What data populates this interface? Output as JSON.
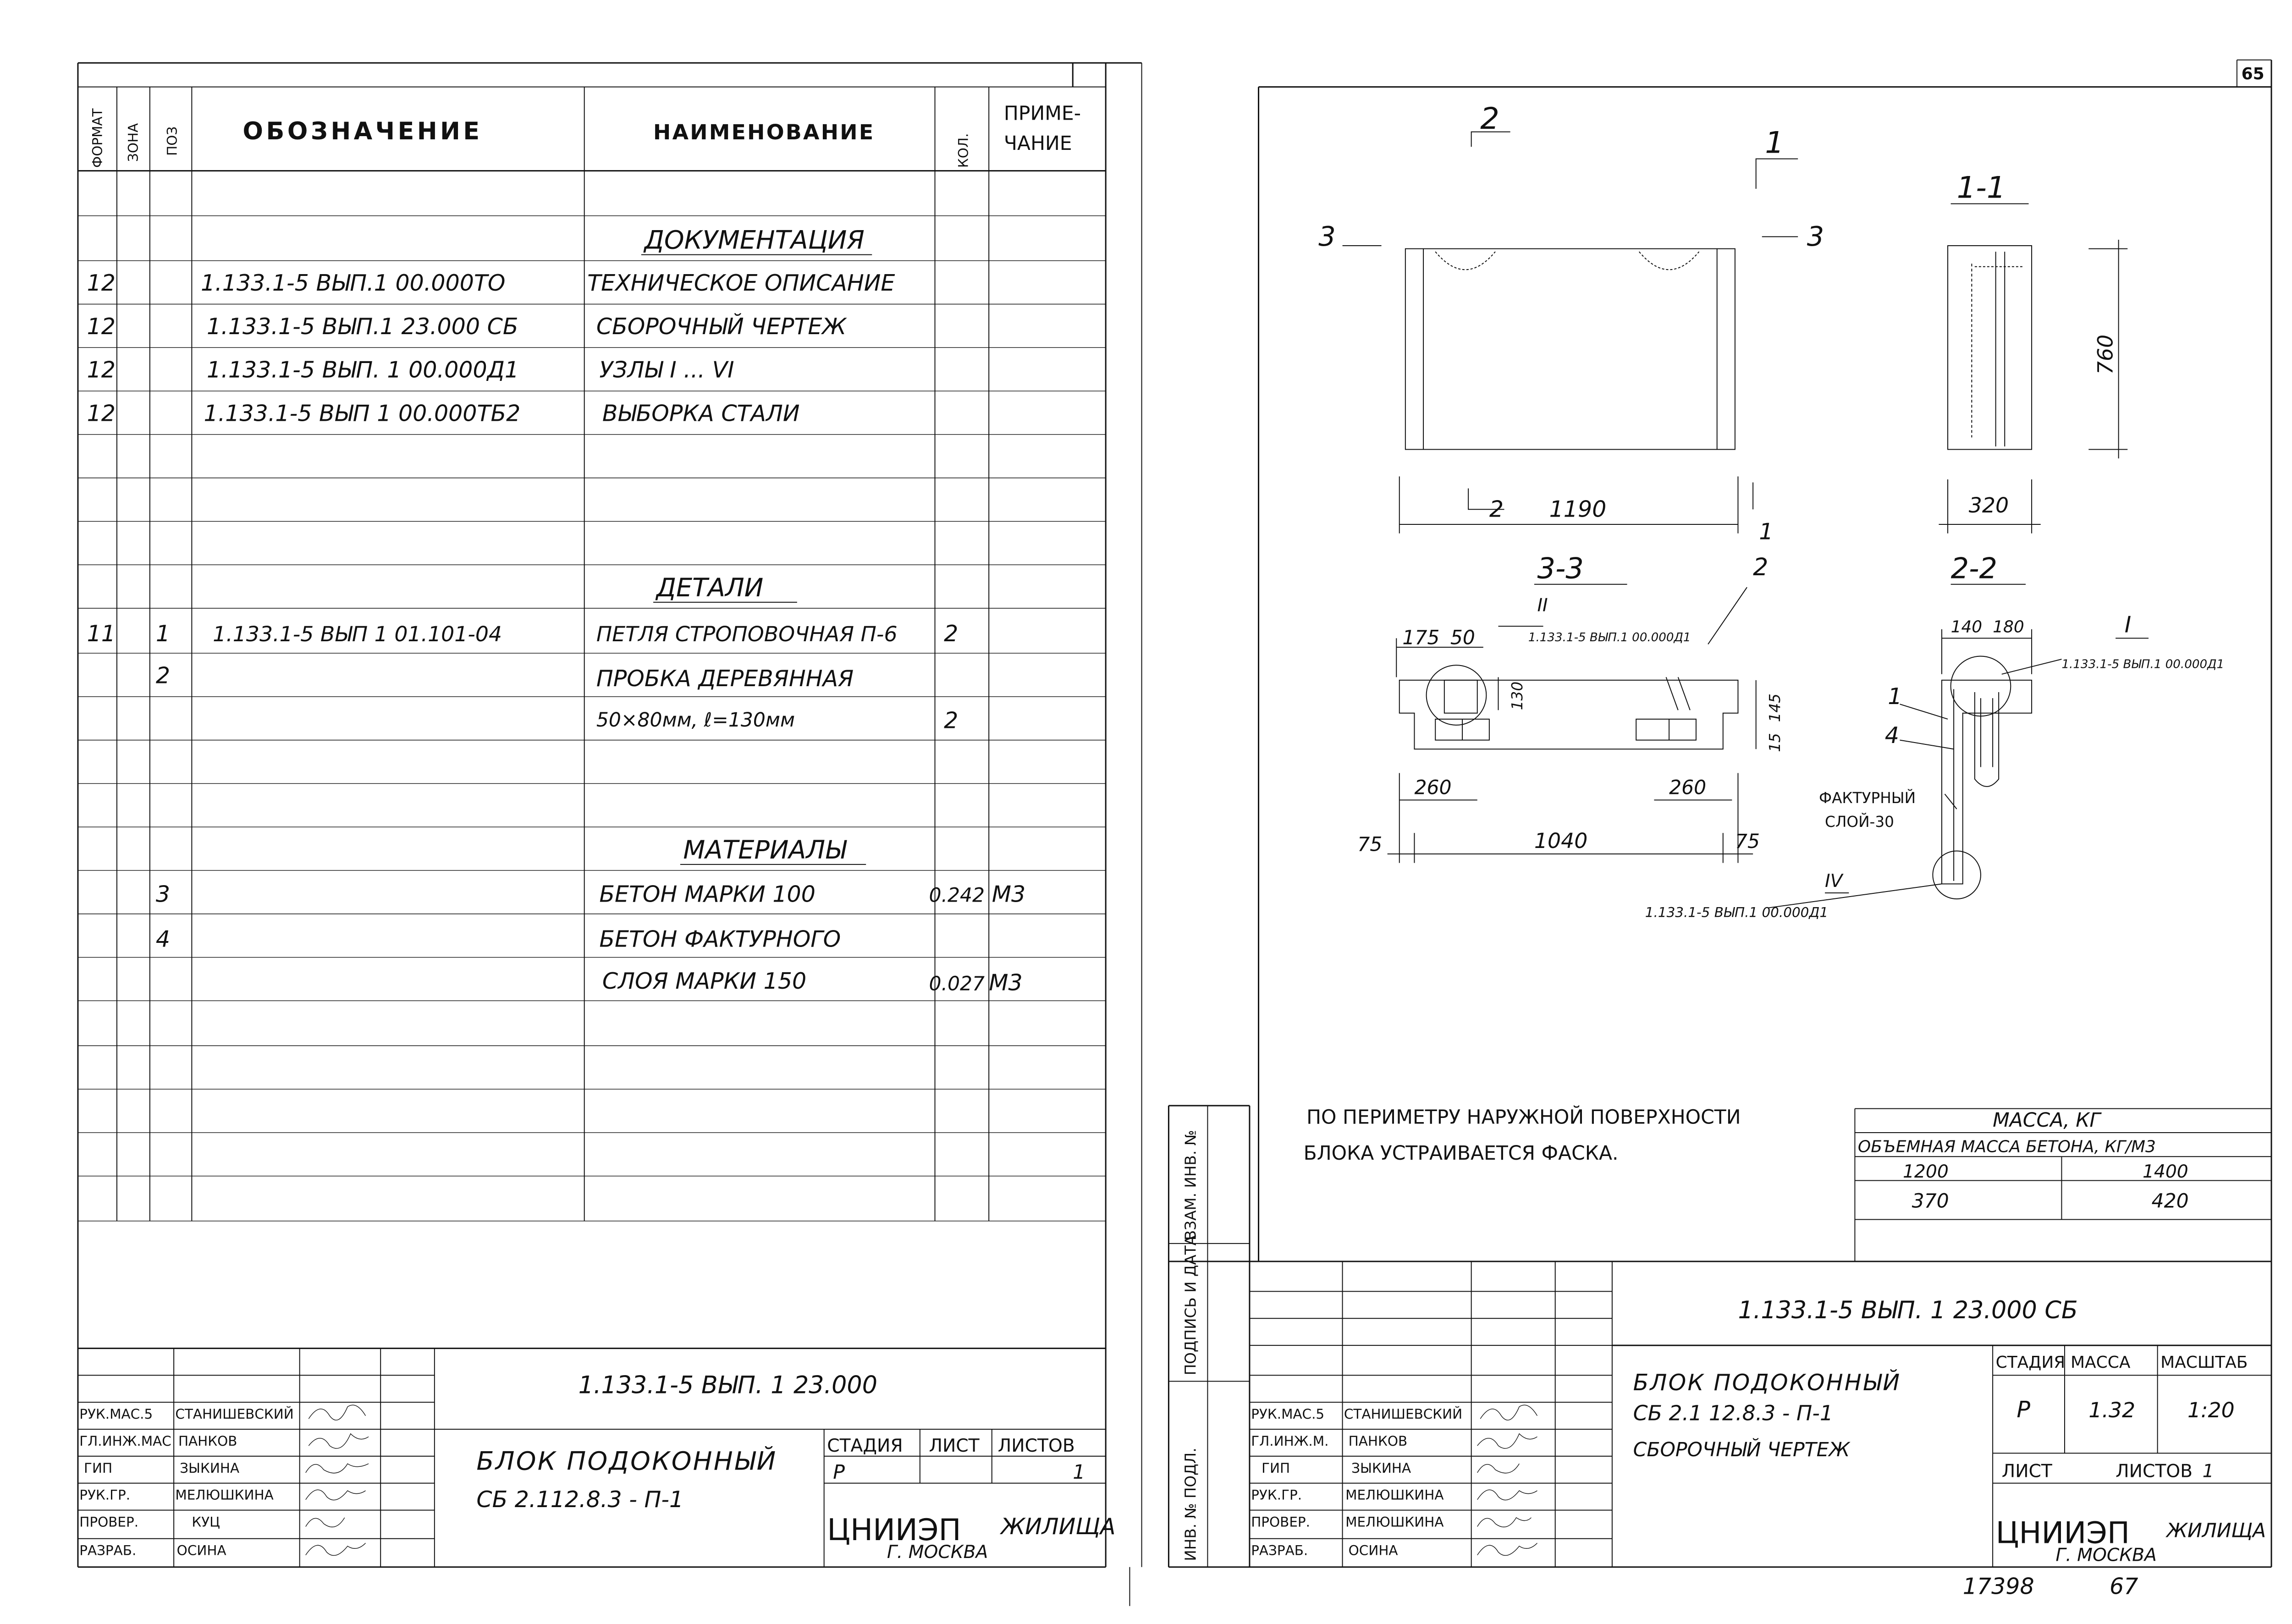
{
  "page_number": "65",
  "left_sheet": {
    "header": {
      "format": "ФОРМАТ",
      "zone": "ЗОНА",
      "pos": "ПОЗ",
      "designation": "ОБОЗНАЧЕНИЕ",
      "name": "НАИМЕНОВАНИЕ",
      "qty": "КОЛ.",
      "note_1": "ПРИМЕ-",
      "note_2": "ЧАНИЕ"
    },
    "section_documentation": "ДОКУМЕНТАЦИЯ",
    "section_details": "ДЕТАЛИ",
    "section_materials": "МАТЕРИАЛЫ",
    "rows": [
      {
        "format": "12",
        "zone": "",
        "pos": "",
        "designation": "1.133.1-5 ВЫП.1 00.000ТО",
        "name": "ТЕХНИЧЕСКОЕ ОПИСАНИЕ",
        "qty": "",
        "note": ""
      },
      {
        "format": "12",
        "zone": "",
        "pos": "",
        "designation": "1.133.1-5 ВЫП.1 23.000 СБ",
        "name": "СБОРОЧНЫЙ ЧЕРТЕЖ",
        "qty": "",
        "note": ""
      },
      {
        "format": "12",
        "zone": "",
        "pos": "",
        "designation": "1.133.1-5 ВЫП. 1 00.000Д1",
        "name": "УЗЛЫ I ... VI",
        "qty": "",
        "note": ""
      },
      {
        "format": "12",
        "zone": "",
        "pos": "",
        "designation": "1.133.1-5 ВЫП 1 00.000ТБ2",
        "name": "ВЫБОРКА СТАЛИ",
        "qty": "",
        "note": ""
      },
      {
        "format": "11",
        "zone": "",
        "pos": "1",
        "designation": "1.133.1-5 ВЫП 1 01.101-04",
        "name": "ПЕТЛЯ СТРОПОВОЧНАЯ П-6",
        "qty": "2",
        "note": ""
      },
      {
        "format": "",
        "zone": "",
        "pos": "2",
        "designation": "",
        "name": "ПРОБКА ДЕРЕВЯННАЯ",
        "qty": "",
        "note": ""
      },
      {
        "format": "",
        "zone": "",
        "pos": "",
        "designation": "",
        "name": "50×80мм, ℓ=130мм",
        "qty": "2",
        "note": ""
      },
      {
        "format": "",
        "zone": "",
        "pos": "3",
        "designation": "",
        "name": "БЕТОН МАРКИ 100",
        "qty": "0.242",
        "note": "М3"
      },
      {
        "format": "",
        "zone": "",
        "pos": "4",
        "designation": "",
        "name": "БЕТОН ФАКТУРНОГО",
        "qty": "",
        "note": ""
      },
      {
        "format": "",
        "zone": "",
        "pos": "",
        "designation": "",
        "name": "СЛОЯ МАРКИ 150",
        "qty": "0.027",
        "note": "М3"
      }
    ],
    "title_block": {
      "code": "1.133.1-5 ВЫП. 1 23.000",
      "title_1": "БЛОК ПОДОКОННЫЙ",
      "title_2": "СБ 2.112.8.3 - П-1",
      "stage_label": "СТАДИЯ",
      "sheet_label": "ЛИСТ",
      "sheets_label": "ЛИСТОВ",
      "stage": "Р",
      "sheets": "1",
      "org": "ЦНИИЭП",
      "org_2": "ЖИЛИЩА",
      "city": "Г. МОСКВА",
      "staff": [
        {
          "role": "РУК.МАС.5",
          "name": "СТАНИШЕВСКИЙ"
        },
        {
          "role": "ГЛ.ИНЖ.МАС",
          "name": "ПАНКОВ"
        },
        {
          "role": "ГИП",
          "name": "ЗЫКИНА"
        },
        {
          "role": "РУК.ГР.",
          "name": "МЕЛЮШКИНА"
        },
        {
          "role": "ПРОВЕР.",
          "name": "КУЦ"
        },
        {
          "role": "РАЗРАБ.",
          "name": "ОСИНА"
        }
      ]
    }
  },
  "right_sheet": {
    "side_labels": [
      "ИНВ. № ПОДЛ.",
      "ПОДПИСЬ И ДАТА",
      "ВЗАМ. ИНВ. №"
    ],
    "views": {
      "section_1_1": "1-1",
      "section_2_2": "2-2",
      "section_3_3": "3-3",
      "mark_1": "1",
      "mark_2": "2",
      "mark_3": "3",
      "dim_1190": "1190",
      "dim_760": "760",
      "dim_320": "320",
      "dim_175": "175",
      "dim_50": "50",
      "dim_130": "130",
      "dim_145": "145",
      "dim_15": "15",
      "dim_260_left": "260",
      "dim_260_right": "260",
      "dim_75_left": "75",
      "dim_75_right": "75",
      "dim_1040": "1040",
      "dim_140": "140",
      "dim_180": "180",
      "node_ii": "II",
      "node_i": "I",
      "node_iv": "IV",
      "ref_ii": "1.133.1-5 ВЫП.1 00.000Д1",
      "ref_i": "1.133.1-5 ВЫП.1 00.000Д1",
      "ref_iv": "1.133.1-5 ВЫП.1 00.000Д1",
      "pos_1": "1",
      "pos_2": "2",
      "pos_4": "4",
      "layer_note_1": "ФАКТУРНЫЙ",
      "layer_note_2": "СЛОЙ-30"
    },
    "note_line_1": "ПО ПЕРИМЕТРУ НАРУЖНОЙ ПОВЕРХНОСТИ",
    "note_line_2": "БЛОКА УСТРАИВАЕТСЯ ФАСКА.",
    "mass_table": {
      "title": "МАССА, КГ",
      "subtitle": "ОБЪЕМНАЯ МАССА БЕТОНА, КГ/М3",
      "density_1": "1200",
      "density_2": "1400",
      "mass_1": "370",
      "mass_2": "420"
    },
    "title_block": {
      "code": "1.133.1-5 ВЫП. 1 23.000 СБ",
      "title_1": "БЛОК ПОДОКОННЫЙ",
      "title_2": "СБ 2.1 12.8.3 - П-1",
      "title_3": "СБОРОЧНЫЙ ЧЕРТЕЖ",
      "stage_label": "СТАДИЯ",
      "mass_label": "МАССА",
      "scale_label": "МАСШТАБ",
      "stage": "Р",
      "mass": "1.32",
      "scale": "1:20",
      "sheet_label": "ЛИСТ",
      "sheets_label": "ЛИСТОВ",
      "sheets": "1",
      "org": "ЦНИИЭП",
      "org_2": "ЖИЛИЩА",
      "city": "Г. МОСКВА",
      "staff": [
        {
          "role": "РУК.МАС.5",
          "name": "СТАНИШЕВСКИЙ"
        },
        {
          "role": "ГЛ.ИНЖ.М.",
          "name": "ПАНКОВ"
        },
        {
          "role": "ГИП",
          "name": "ЗЫКИНА"
        },
        {
          "role": "РУК.ГР.",
          "name": "МЕЛЮШКИНА"
        },
        {
          "role": "ПРОВЕР.",
          "name": "МЕЛЮШКИНА"
        },
        {
          "role": "РАЗРАБ.",
          "name": "ОСИНА"
        }
      ]
    },
    "footer_numbers": [
      "17398",
      "67"
    ]
  }
}
